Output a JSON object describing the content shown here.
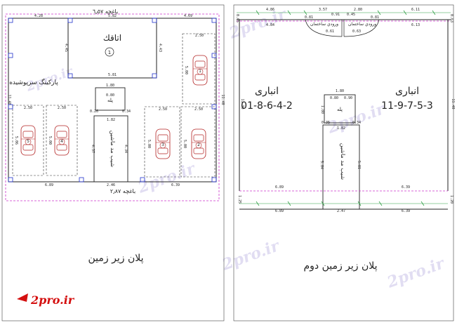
{
  "left_plan": {
    "top_label": "ﺑﺎﻏﭽﻪ ٦٫٥٧",
    "bottom_label": "ﺑﺎﻏﭽﻪ ٢٫٨٧",
    "room_title": "اﺗﺎﻗﻚ",
    "room_number": "1",
    "parking_label": "ﭘﺎرﻛﻴﻨﮓ ﺳﺮﭘﻮﺷﻴﺪه",
    "stair_label": "ﭘﻠﻪ",
    "ramp_label": "ﺷﻴﺐ ﻣﺪ ﻣﺎﺷﻴﻦ",
    "caption": "ﭘﻼن زﻳﺮ زﻣﻴﻦ",
    "cars": [
      "1",
      "2",
      "3",
      "4",
      "5"
    ],
    "dims": {
      "top_left": "4.28",
      "room_top": "5.82",
      "top_right": "4.69",
      "room_left": "4.45",
      "room_right": "4.43",
      "room_bottom": "5.81",
      "side_left": "11.48",
      "side_right": "11.40",
      "stair_top": "1.80",
      "stair_w": "0.80",
      "stair_a": "0.26",
      "stair_b": "0.34",
      "ramp_top": "1.82",
      "ramp_h": "4.37",
      "ramp_v": "4.34",
      "car_w1": "2.50",
      "car_w2": "2.50",
      "car_w3": "2.50",
      "car_w4": "2.50",
      "car_w5": "2.50",
      "car_h1": "5.06",
      "car_h2": "5.00",
      "car_h3": "5.00",
      "car_h4": "5.00",
      "car_h5": "5.00",
      "bottom_left": "6.89",
      "bottom_mid": "2.46",
      "bottom_right": "6.39"
    }
  },
  "right_plan": {
    "door_label": "ورودي ﺳﺎﺧﺘﻤﺎن",
    "left_lot_name": "اﻧﺒﺎری",
    "left_lot_codes": "01-8-6-4-2",
    "right_lot_name": "اﻧﺒﺎری",
    "right_lot_codes": "11-9-7-5-3",
    "stair_label": "ﭘﻠﻪ",
    "ramp_label": "ﺷﻴﺐ ﻣﺪ ﻣﺎﺷﻴﻦ",
    "caption": "ﭘﻼن زﻳﺮ زﻣﻴﻦ دوم",
    "dims": {
      "top_left": "4.86",
      "top_left2": "4.84",
      "door_w": "3.57",
      "door_left": "0.81",
      "door_right": "0.81",
      "door_a": "0.61",
      "door_b": "0.63",
      "door_c": "0.91",
      "door_d": "0.45",
      "top_mid": "2.80",
      "top_right": "6.11",
      "top_right2": "6.13",
      "corner_left": "0.65",
      "corner_right": "0.63",
      "side_left": "11.30",
      "side_right": "11.40",
      "stair_top": "1.80",
      "stair_w": "0.80",
      "stair_a": "0.90",
      "stair_side": "1.80",
      "stair_c": "0.35",
      "stair_d": "0.34",
      "ramp_top": "1.82",
      "ramp_h": "5.84",
      "ramp_v": "5.81",
      "lower_left": "6.89",
      "lower_right": "6.39",
      "lower_left2": "6.89",
      "lower_mid": "2.47",
      "lower_right2": "6.39",
      "edge_left": "1.25",
      "edge_right": "1.20"
    }
  },
  "watermark": "2pro.ir",
  "logo_text": "2pro.ir",
  "colors": {
    "wall": "#222222",
    "dim_green": "#2ea043",
    "magenta_dash": "#cc33cc",
    "car_red": "#b22222",
    "column_blue": "#2233cc",
    "logo_red": "#d41010"
  }
}
